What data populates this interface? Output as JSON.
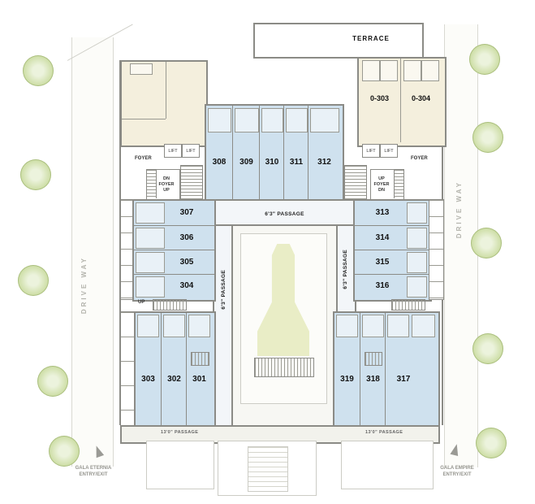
{
  "plan": {
    "terrace": "TERRACE",
    "drive_way": "DRIVE WAY",
    "entry_left_line1": "GALA ETERNIA",
    "entry_left_line2": "ENTRY/EXIT",
    "entry_right_line1": "GALA EMPIRE",
    "entry_right_line2": "ENTRY/EXIT"
  },
  "rooms": {
    "u303": "0-303",
    "u304": "0-304",
    "r301": "301",
    "r302": "302",
    "r303": "303",
    "r304": "304",
    "r305": "305",
    "r306": "306",
    "r307": "307",
    "r308": "308",
    "r309": "309",
    "r310": "310",
    "r311": "311",
    "r312": "312",
    "r313": "313",
    "r314": "314",
    "r315": "315",
    "r316": "316",
    "r317": "317",
    "r318": "318",
    "r319": "319"
  },
  "passages": {
    "mid": "6'3\" PASSAGE",
    "bottom": "13'0\" PASSAGE"
  },
  "labels": {
    "foyer": "FOYER",
    "lift": "LIFT",
    "up": "UP",
    "dn": "DN"
  },
  "colors": {
    "room_fill": "#cfe1ee",
    "unit_fill": "#f4efdd",
    "wall": "#8b8b86",
    "tree": "#cfdfa9",
    "courtyard_accent": "#e9edc6"
  }
}
